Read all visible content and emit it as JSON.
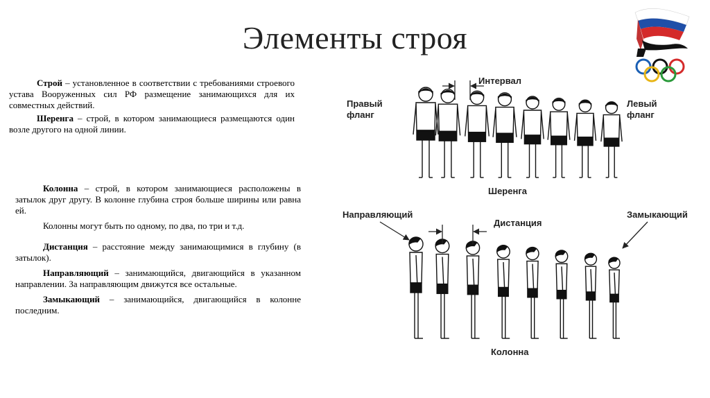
{
  "slide": {
    "title": "Элементы строя",
    "block1": {
      "stroy_term": "Строй",
      "stroy_def": " – установленное в соответствии с требованиями строевого устава Вооруженных сил РФ размещение занимающихся для их совместных действий.",
      "sherenga_term": "Шеренга",
      "sherenga_def": " – строй, в котором занимающиеся размещаются один возле другого на одной линии."
    },
    "block2": {
      "kolonna_term": "Колонна",
      "kolonna_def": " – строй, в котором занимающиеся расположены в затылок друг другу. В колонне глубина строя больше ширины или равна ей.",
      "kolonna_note": "Колонны могут быть по одному, по два, по три и т.д.",
      "distance_term": "Дистанция",
      "distance_def": " – расстояние между занимающимися в глубину (в затылок).",
      "lead_term": "Направляющий",
      "lead_def": " – занимающийся, двигающийся в указанном направлении. За направляющим движутся все остальные.",
      "last_term": "Замыкающий",
      "last_def": " – занимающийся, двигающийся в колонне последним."
    },
    "figure": {
      "interval": "Интервал",
      "right_flank_1": "Правый",
      "right_flank_2": "фланг",
      "left_flank_1": "Левый",
      "left_flank_2": "фланг",
      "line_caption": "Шеренга",
      "leader": "Направляющий",
      "distance": "Дистанция",
      "closer": "Замыкающий",
      "column_caption": "Колонна"
    }
  }
}
